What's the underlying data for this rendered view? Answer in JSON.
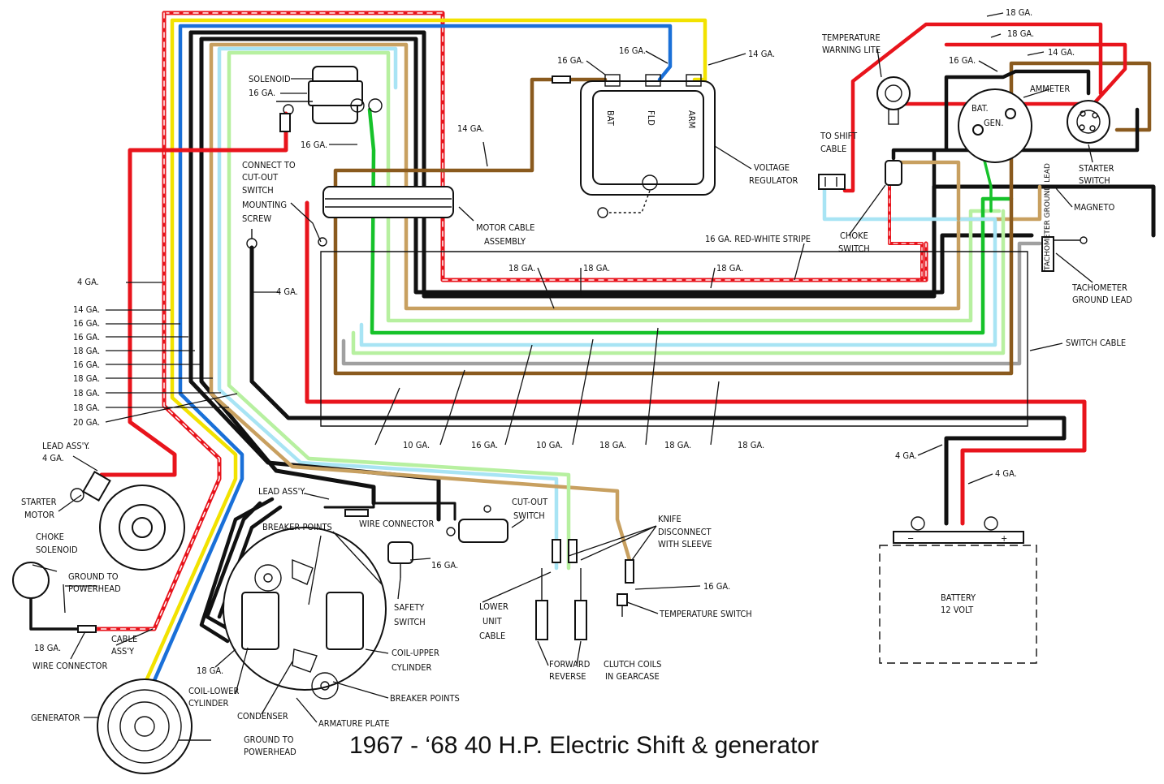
{
  "title": "1967 - ‘68 40 H.P. Electric Shift & generator",
  "colors": {
    "red": "#e8141c",
    "black": "#111111",
    "blue": "#1a70d8",
    "yellow": "#f2e200",
    "brown": "#8a5a1e",
    "tan": "#c8a060",
    "green": "#16c22a",
    "light_green": "#b7f0a0",
    "light_blue": "#a8e4f4",
    "gray": "#a0a0a0",
    "red_white_stripe": "#e8141c"
  },
  "labels": {
    "solenoid": "SOLENOID",
    "sol_16ga": "16 GA.",
    "ga16_top1": "16 GA.",
    "ga16_top2": "16 GA.",
    "ga14_top": "14 GA.",
    "ga14_mid": "14 GA.",
    "ga16_sol2": "16 GA.",
    "connect_cutout_1": "CONNECT TO",
    "connect_cutout_2": "CUT-OUT",
    "connect_cutout_3": "SWITCH",
    "connect_cutout_4": "MOUNTING",
    "connect_cutout_5": "SCREW",
    "motor_cable_1": "MOTOR CABLE",
    "motor_cable_2": "ASSEMBLY",
    "bat": "BAT",
    "fld": "FLD",
    "arm": "ARM",
    "voltage_reg_1": "VOLTAGE",
    "voltage_reg_2": "REGULATOR",
    "ga4_a": "4 GA.",
    "ga4_b": "4 GA.",
    "ga_left_1": "14 GA.",
    "ga_left_2": "16 GA.",
    "ga_left_3": "16 GA.",
    "ga_left_4": "18 GA.",
    "ga_left_5": "16 GA.",
    "ga_left_6": "18 GA.",
    "ga_left_7": "18 GA.",
    "ga_left_8": "18 GA.",
    "ga_left_9": "20 GA.",
    "ga18_a": "18 GA.",
    "ga18_b": "18 GA.",
    "ga18_c": "18 GA.",
    "red_white_stripe": "16 GA. RED-WHITE STRIPE",
    "choke_switch_1": "CHOKE",
    "choke_switch_2": "SWITCH",
    "temp_warning_1": "TEMPERATURE",
    "temp_warning_2": "WARNING LITE",
    "to_shift_1": "TO SHIFT",
    "to_shift_2": "CABLE",
    "ga18_tr1": "18 GA.",
    "ga18_tr2": "18 GA.",
    "ga14_tr": "14 GA.",
    "ga16_tr": "16 GA.",
    "ammeter": "AMMETER",
    "bat_meter": "BAT.",
    "gen_meter": "GEN.",
    "starter_switch_1": "STARTER",
    "starter_switch_2": "SWITCH",
    "magneto": "MAGNETO",
    "tach_ground_1": "TACHOMETER",
    "tach_ground_2": "GROUND LEAD",
    "tach_tag": "TACHOMETER GROUND LEAD",
    "switch_cable": "SWITCH CABLE",
    "bot_ga_1": "10 GA.",
    "bot_ga_2": "16 GA.",
    "bot_ga_3": "10 GA.",
    "bot_ga_4": "18 GA.",
    "bot_ga_5": "18 GA.",
    "bot_ga_6": "18 GA.",
    "lead_assy_1": "LEAD ASS'Y.",
    "lead_assy_2": "4 GA.",
    "starter_motor_1": "STARTER",
    "starter_motor_2": "MOTOR",
    "choke_solenoid_1": "CHOKE",
    "choke_solenoid_2": "SOLENOID",
    "ground_ph_1": "GROUND TO",
    "ground_ph_2": "POWERHEAD",
    "ga18_wc": "18 GA.",
    "wire_connector": "WIRE CONNECTOR",
    "cable_assy_1": "CABLE",
    "cable_assy_2": "ASS'Y",
    "generator": "GENERATOR",
    "ground_ph2_1": "GROUND TO",
    "ground_ph2_2": "POWERHEAD",
    "lead_assy_mid": "LEAD ASS'Y.",
    "breaker_points": "BREAKER POINTS",
    "wire_connector_mid": "WIRE CONNECTOR",
    "ga16_mid": "16 GA.",
    "safety_switch_1": "SAFETY",
    "safety_switch_2": "SWITCH",
    "coil_upper_1": "COIL-UPPER",
    "coil_upper_2": "CYLINDER",
    "breaker_points_2": "BREAKER POINTS",
    "coil_lower_1": "COIL-LOWER",
    "coil_lower_2": "CYLINDER",
    "condenser": "CONDENSER",
    "armature_plate": "ARMATURE PLATE",
    "ga18_coil": "18 GA.",
    "cutout_switch_1": "CUT-OUT",
    "cutout_switch_2": "SWITCH",
    "knife_1": "KNIFE",
    "knife_2": "DISCONNECT",
    "knife_3": "WITH SLEEVE",
    "ga16_temp": "16 GA.",
    "temp_switch": "TEMPERATURE SWITCH",
    "lower_unit_1": "LOWER",
    "lower_unit_2": "UNIT",
    "lower_unit_3": "CABLE",
    "forward": "FORWARD",
    "reverse": "REVERSE",
    "clutch_1": "CLUTCH COILS",
    "clutch_2": "IN GEARCASE",
    "ga4_bat1": "4 GA.",
    "ga4_bat2": "4 GA.",
    "battery_1": "BATTERY",
    "battery_2": "12 VOLT",
    "minus": "−",
    "plus": "+"
  }
}
